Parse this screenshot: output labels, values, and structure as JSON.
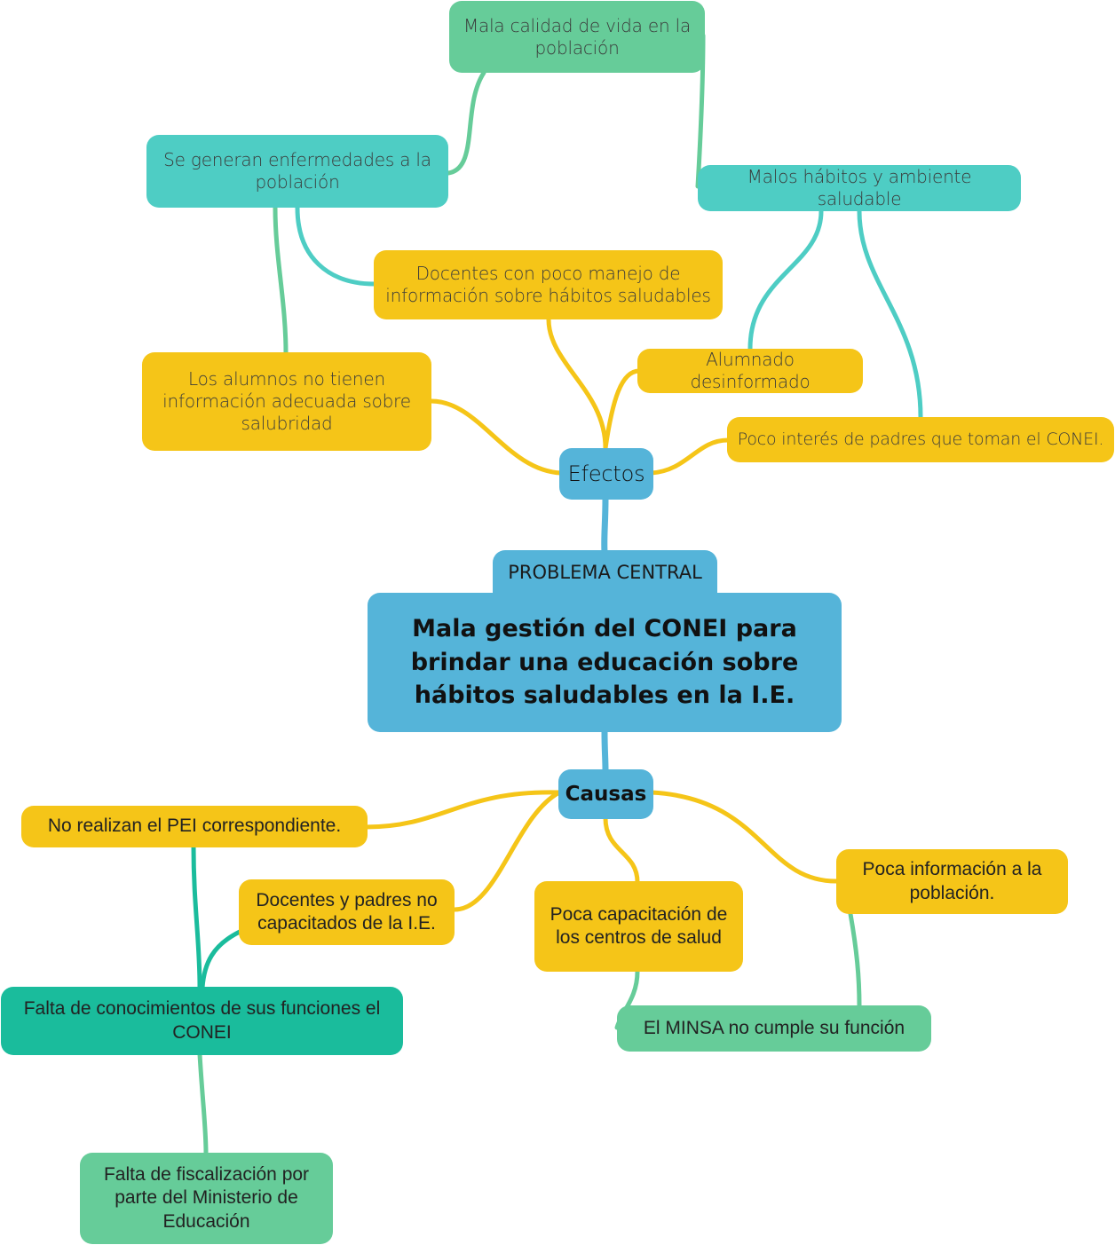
{
  "central_problem": {
    "label": "PROBLEMA CENTRAL",
    "text": "Mala gestión del CONEI para brindar una educación sobre hábitos saludables en la I.E."
  },
  "effects": {
    "hub": "Efectos",
    "nodes": {
      "mala_calidad": "Mala calidad de vida en la población",
      "enfermedades": "Se generan enfermedades a la población",
      "malos_habitos": "Malos hábitos y ambiente saludable",
      "docentes_poco_manejo": "Docentes con poco manejo de información sobre hábitos saludables",
      "alumnado_desinformado": "Alumnado desinformado",
      "alumnos_sin_info": "Los alumnos no tienen información adecuada sobre salubridad",
      "poco_interes": "Poco interés de padres que toman el CONEI."
    }
  },
  "causes": {
    "hub": "Causas",
    "nodes": {
      "no_pei": "No realizan el PEI correspondiente.",
      "docentes_padres": "Docentes y padres no capacitados de la I.E.",
      "poca_capacitacion": "Poca capacitación de los centros de salud",
      "poca_informacion": "Poca información a la población.",
      "falta_conocimientos": "Falta de conocimientos de sus funciones el CONEI",
      "minsa": "El MINSA no cumple su función",
      "fiscalizacion": "Falta de fiscalización por parte del Ministerio de Educación"
    }
  },
  "colors": {
    "yellow": "#f5c518",
    "green": "#66cc99",
    "teal": "#4ecdc4",
    "blue": "#55b4d9",
    "dark_green": "#1abc9c"
  }
}
